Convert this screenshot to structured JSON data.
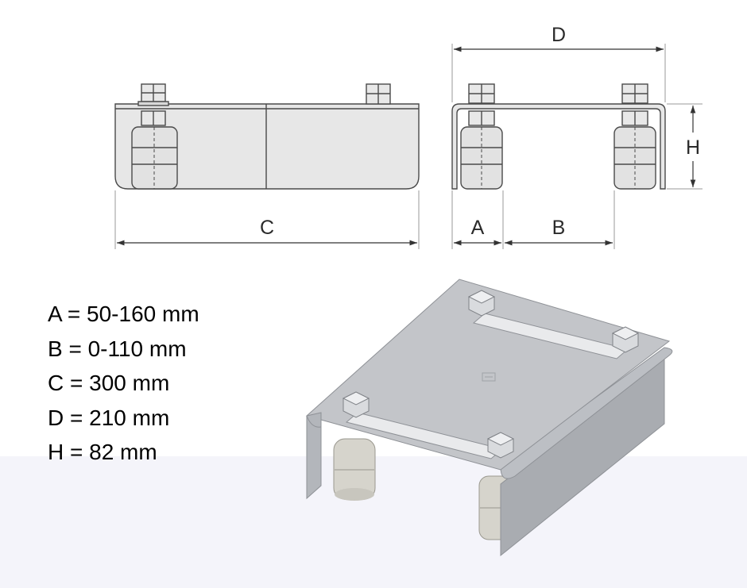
{
  "dimension_labels": {
    "a": "A",
    "b": "B",
    "c": "C",
    "d": "D",
    "h": "H"
  },
  "specs": [
    {
      "text": "A = 50-160 mm"
    },
    {
      "text": "B = 0-110 mm"
    },
    {
      "text": "C = 300 mm"
    },
    {
      "text": "D = 210 mm"
    },
    {
      "text": "H = 82 mm"
    }
  ],
  "colors": {
    "line": "#4a4a4a",
    "drawing_fill": "#e6e6e6",
    "roller_fill": "#e2e2e2",
    "steel_top": "#c3c5c9",
    "steel_side": "#a9acb1",
    "steel_edge": "#8e9196",
    "roller_3d": "#d6d4cc",
    "background_band": "#f4f4fa"
  },
  "icons": {
    "nut": "hex-nut-icon",
    "roller": "roller-icon",
    "logo": "embossed-logo-icon"
  }
}
